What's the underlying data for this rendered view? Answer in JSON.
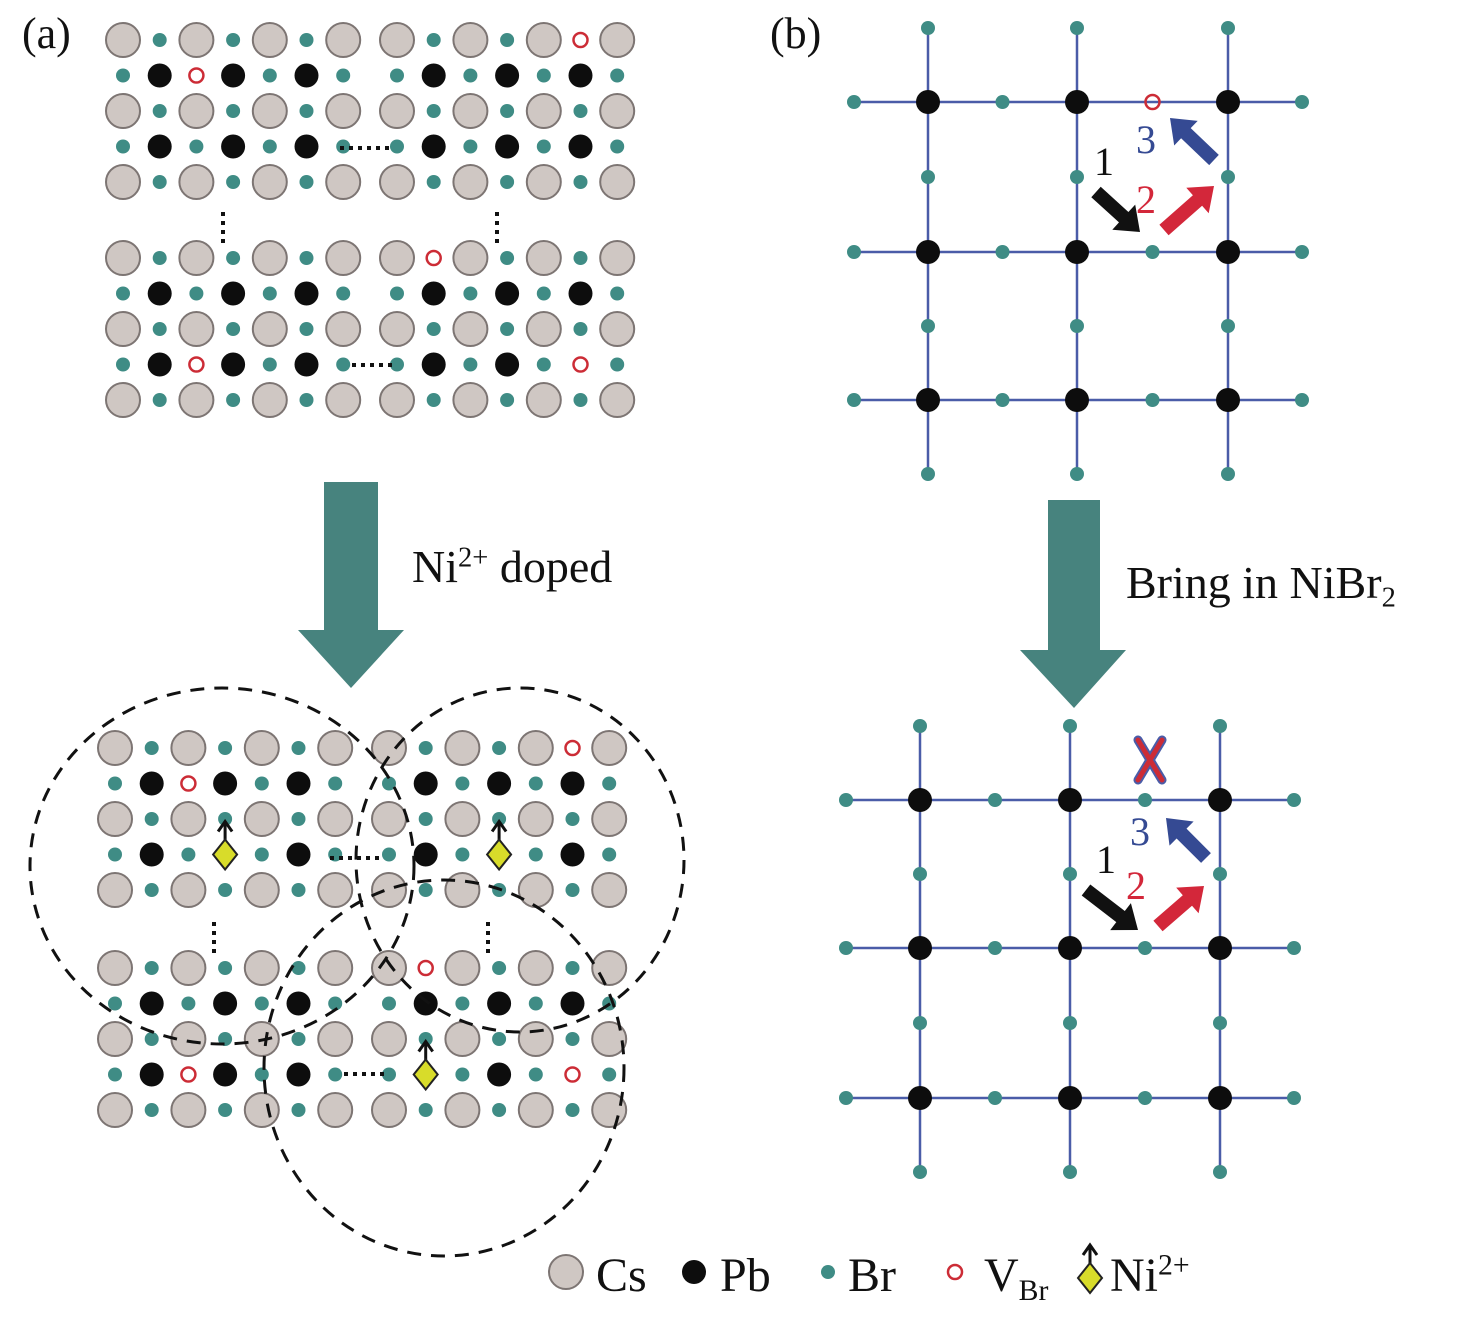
{
  "panel_a": {
    "label": "(a)",
    "arrow_text": "Ni",
    "arrow_text_sup": "2+",
    "arrow_text_rest": " doped"
  },
  "panel_b": {
    "label": "(b)",
    "arrow_text": "Bring in NiBr",
    "arrow_text_sub": "2",
    "top_steps": [
      "1",
      "2",
      "3"
    ],
    "bottom_steps": [
      "1",
      "2",
      "3"
    ]
  },
  "legend": {
    "cs": "Cs",
    "pb": "Pb",
    "br": "Br",
    "vbr": "V",
    "vbr_sub": "Br",
    "ni": "Ni",
    "ni_sup": "2+"
  },
  "colors": {
    "cs_fill": "#cfc7c3",
    "cs_stroke": "#7d7573",
    "pb": "#0d0d0d",
    "br": "#3f8c85",
    "vbr": "#cc2c36",
    "ni_fill": "#d8dc2a",
    "grid_line": "#4a5ca8",
    "big_arrow": "#47837e",
    "arrow_black": "#111111",
    "arrow_red": "#d3273a",
    "arrow_blue": "#354a93",
    "num_black": "#111111",
    "num_red": "#d3273a",
    "num_blue": "#354a93"
  }
}
